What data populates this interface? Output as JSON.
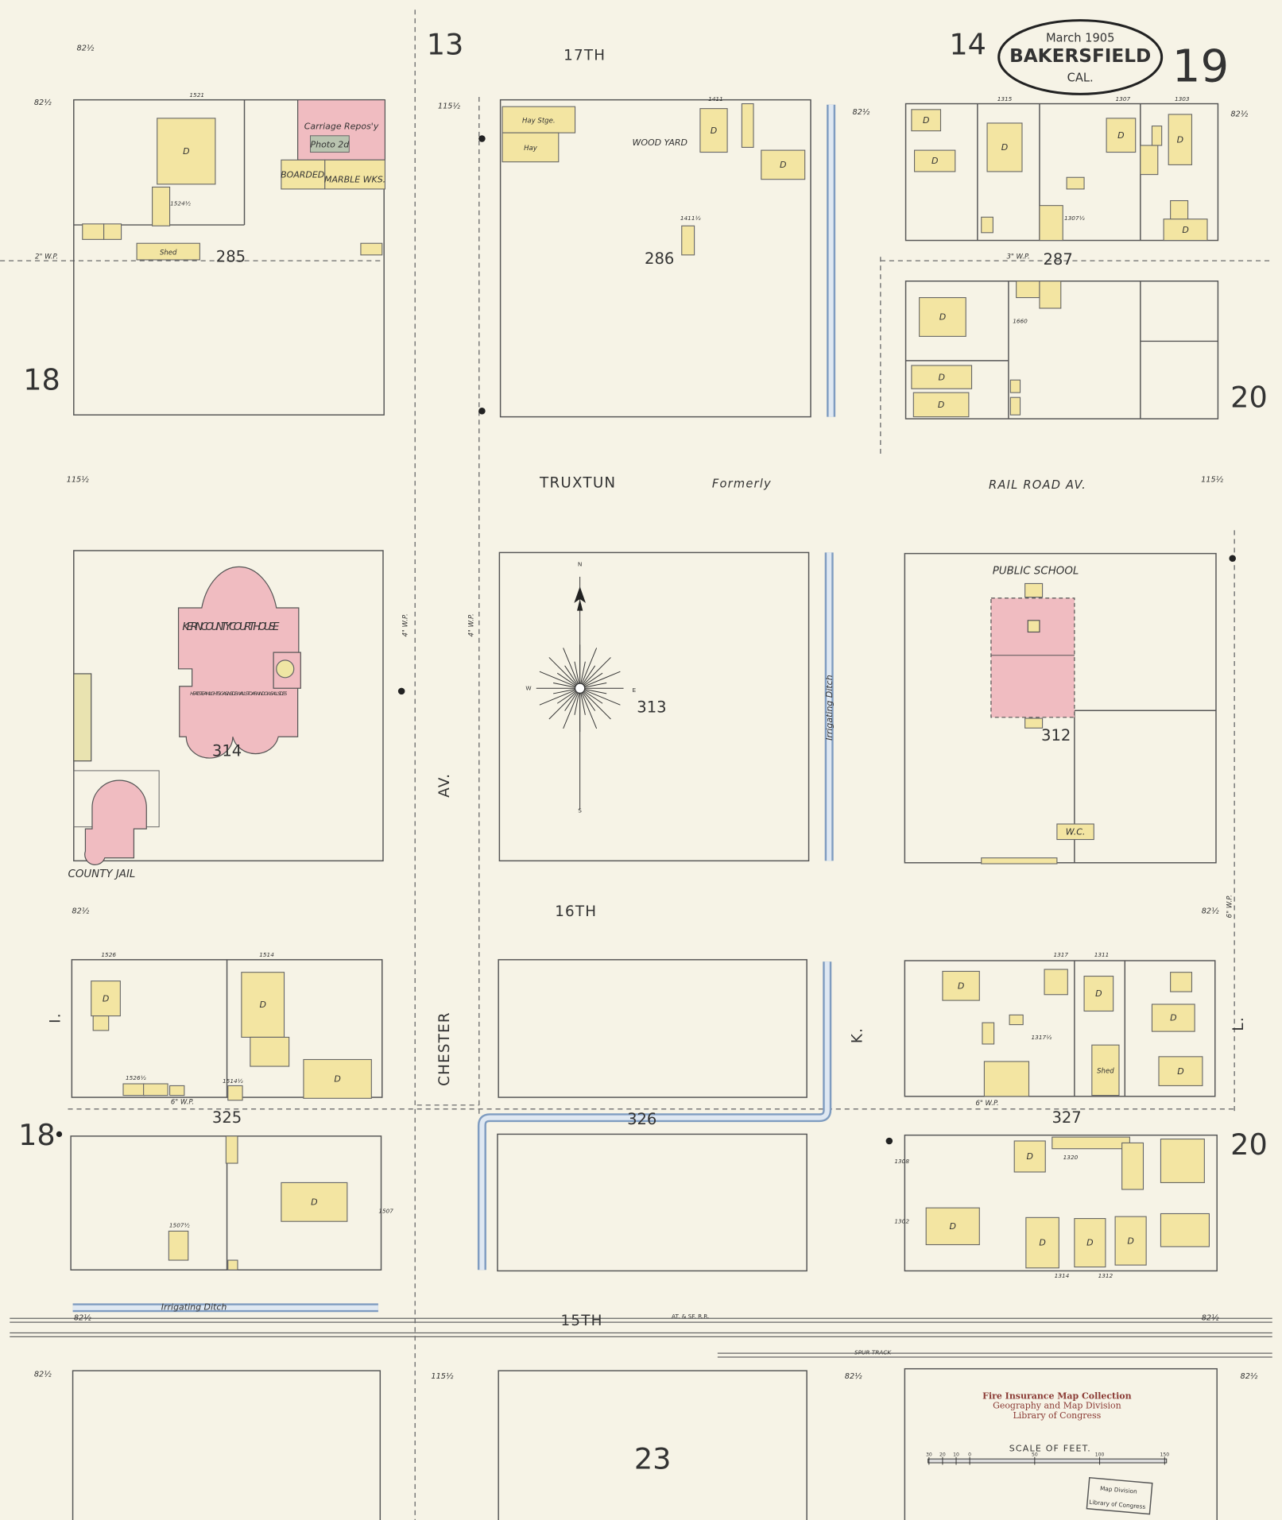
{
  "title_cartouche": {
    "date": "March 1905",
    "city": "BAKERSFIELD",
    "state": "CAL.",
    "sheet_number": "19"
  },
  "adjoining_sheets": {
    "top_left": "13",
    "top_right": "14",
    "left_upper": "18",
    "right_upper": "20",
    "left_lower": "18",
    "right_lower": "20",
    "bottom": "23"
  },
  "streets": {
    "seventeenth": "17TH",
    "truxtun": "TRUXTUN",
    "formerly": "Formerly",
    "railroad_av": "RAIL ROAD  AV.",
    "sixteenth": "16TH",
    "fifteenth": "15TH",
    "chester": "CHESTER",
    "av": "AV.",
    "k": "K.",
    "l": "L.",
    "i": "I.",
    "railroad": "AT. & SF. R.R.",
    "spur_track": "SPUR   TRACK"
  },
  "blocks": [
    "285",
    "286",
    "287",
    "314",
    "313",
    "312",
    "325",
    "326",
    "327"
  ],
  "landmarks": {
    "court_house": "KERN COUNTY COURT HOUSE",
    "court_house_note": "HEAT: STEAM. LIGHTS: GAS. INSIDE WALLS TO AF. WINDOWS ALL SIDES",
    "county_jail": "COUNTY JAIL",
    "public_school": "PUBLIC SCHOOL",
    "wood_yard": "WOOD YARD",
    "carriage": "Carriage Repos'y",
    "photo": "Photo 2d",
    "marble": "MARBLE WKS.",
    "boarded": "BOARDED",
    "irrigating_ditch": "Irrigating        Ditch",
    "irrigating_ditch_vertical": "Irrigating      Ditch",
    "wc": "W.C."
  },
  "buildings": [
    {
      "label": "D",
      "material": "frame"
    },
    {
      "label": "",
      "material": "frame"
    },
    {
      "label": "",
      "material": "frame"
    },
    {
      "label": "",
      "material": "frame"
    },
    {
      "label": "Shed",
      "material": "frame"
    },
    {
      "label": "",
      "material": "frame"
    },
    {
      "label": "Hay Stge.",
      "material": "frame"
    },
    {
      "label": "Hay",
      "material": "frame"
    },
    {
      "label": "D",
      "material": "frame"
    },
    {
      "label": "",
      "material": "frame"
    },
    {
      "label": "D",
      "material": "frame"
    },
    {
      "label": "",
      "material": "frame"
    },
    {
      "label": "D",
      "material": "frame"
    },
    {
      "label": "D",
      "material": "frame"
    },
    {
      "label": "D",
      "material": "frame"
    },
    {
      "label": "D",
      "material": "frame"
    },
    {
      "label": "",
      "material": "frame"
    },
    {
      "label": "",
      "material": "frame"
    },
    {
      "label": "D",
      "material": "frame"
    },
    {
      "label": "",
      "material": "frame"
    },
    {
      "label": "D",
      "material": "frame"
    },
    {
      "label": "",
      "material": "frame"
    },
    {
      "label": "",
      "material": "frame"
    },
    {
      "label": "",
      "material": "frame"
    },
    {
      "label": "D",
      "material": "frame"
    },
    {
      "label": "D",
      "material": "frame"
    },
    {
      "label": "D",
      "material": "frame"
    },
    {
      "label": "",
      "material": "frame"
    },
    {
      "label": "",
      "material": "frame"
    },
    {
      "label": "",
      "material": "frame"
    },
    {
      "label": "",
      "material": "frame"
    },
    {
      "label": "",
      "material": "frame"
    },
    {
      "label": "D",
      "material": "frame"
    },
    {
      "label": "",
      "material": "frame"
    },
    {
      "label": "",
      "material": "frame"
    },
    {
      "label": "",
      "material": "frame"
    },
    {
      "label": "",
      "material": "frame"
    },
    {
      "label": "D",
      "material": "frame"
    },
    {
      "label": "",
      "material": "frame"
    },
    {
      "label": "",
      "material": "frame"
    },
    {
      "label": "D",
      "material": "frame"
    },
    {
      "label": "",
      "material": "frame"
    },
    {
      "label": "D",
      "material": "frame"
    },
    {
      "label": "",
      "material": "frame"
    },
    {
      "label": "",
      "material": "frame"
    },
    {
      "label": "D",
      "material": "frame"
    },
    {
      "label": "",
      "material": "frame"
    },
    {
      "label": "",
      "material": "frame"
    },
    {
      "label": "D",
      "material": "frame"
    },
    {
      "label": "D",
      "material": "frame"
    },
    {
      "label": "",
      "material": "frame"
    },
    {
      "label": "",
      "material": "frame"
    },
    {
      "label": "",
      "material": "frame"
    },
    {
      "label": "Shed",
      "material": "frame"
    },
    {
      "label": "D",
      "material": "frame"
    },
    {
      "label": "D",
      "material": "frame"
    },
    {
      "label": "",
      "material": "frame"
    },
    {
      "label": "",
      "material": "frame"
    },
    {
      "label": "",
      "material": "frame"
    },
    {
      "label": "",
      "material": "frame"
    },
    {
      "label": "D",
      "material": "frame"
    },
    {
      "label": "D",
      "material": "frame"
    },
    {
      "label": "D",
      "material": "frame"
    },
    {
      "label": "D",
      "material": "frame"
    }
  ],
  "house_numbers": [
    "1521",
    "1524½",
    "1411",
    "1411½",
    "1315",
    "1307",
    "1303",
    "1307½",
    "1660",
    "1526",
    "1514",
    "1514½",
    "1526½",
    "1507½",
    "1507",
    "1317",
    "1311",
    "1317½",
    "1320",
    "1308",
    "1302",
    "1314",
    "1312"
  ],
  "dimensions": [
    "82½",
    "82½",
    "82½",
    "82½",
    "82½",
    "82½",
    "82½",
    "82½",
    "82½",
    "82½",
    "82½",
    "115½",
    "115½",
    "115½",
    "115½"
  ],
  "water_mains": [
    "2\" W.P.",
    "3\" W.P.",
    "4\" W.P.",
    "4\" W.P.",
    "6\" W.P.",
    "6\" W.P.",
    "6\" W.P."
  ],
  "credits": {
    "line1": "Fire Insurance Map Collection",
    "line2": "Geography and Map Division",
    "line3": "Library of Congress"
  },
  "scale": {
    "title": "SCALE OF FEET.",
    "ticks": [
      "30",
      "20",
      "10",
      "0",
      "50",
      "100",
      "150"
    ]
  },
  "stamp": {
    "line1": "Map Division",
    "line2": "Library of Congress"
  },
  "compass": {
    "n": "N",
    "s": "S",
    "e": "E",
    "w": "W"
  },
  "colors": {
    "paper": "#f6f3e6",
    "frame_building": "#f3e5a2",
    "brick_building": "#f0bcc1",
    "water": "#7f9cc0",
    "credit_ink": "#8a3a34"
  }
}
